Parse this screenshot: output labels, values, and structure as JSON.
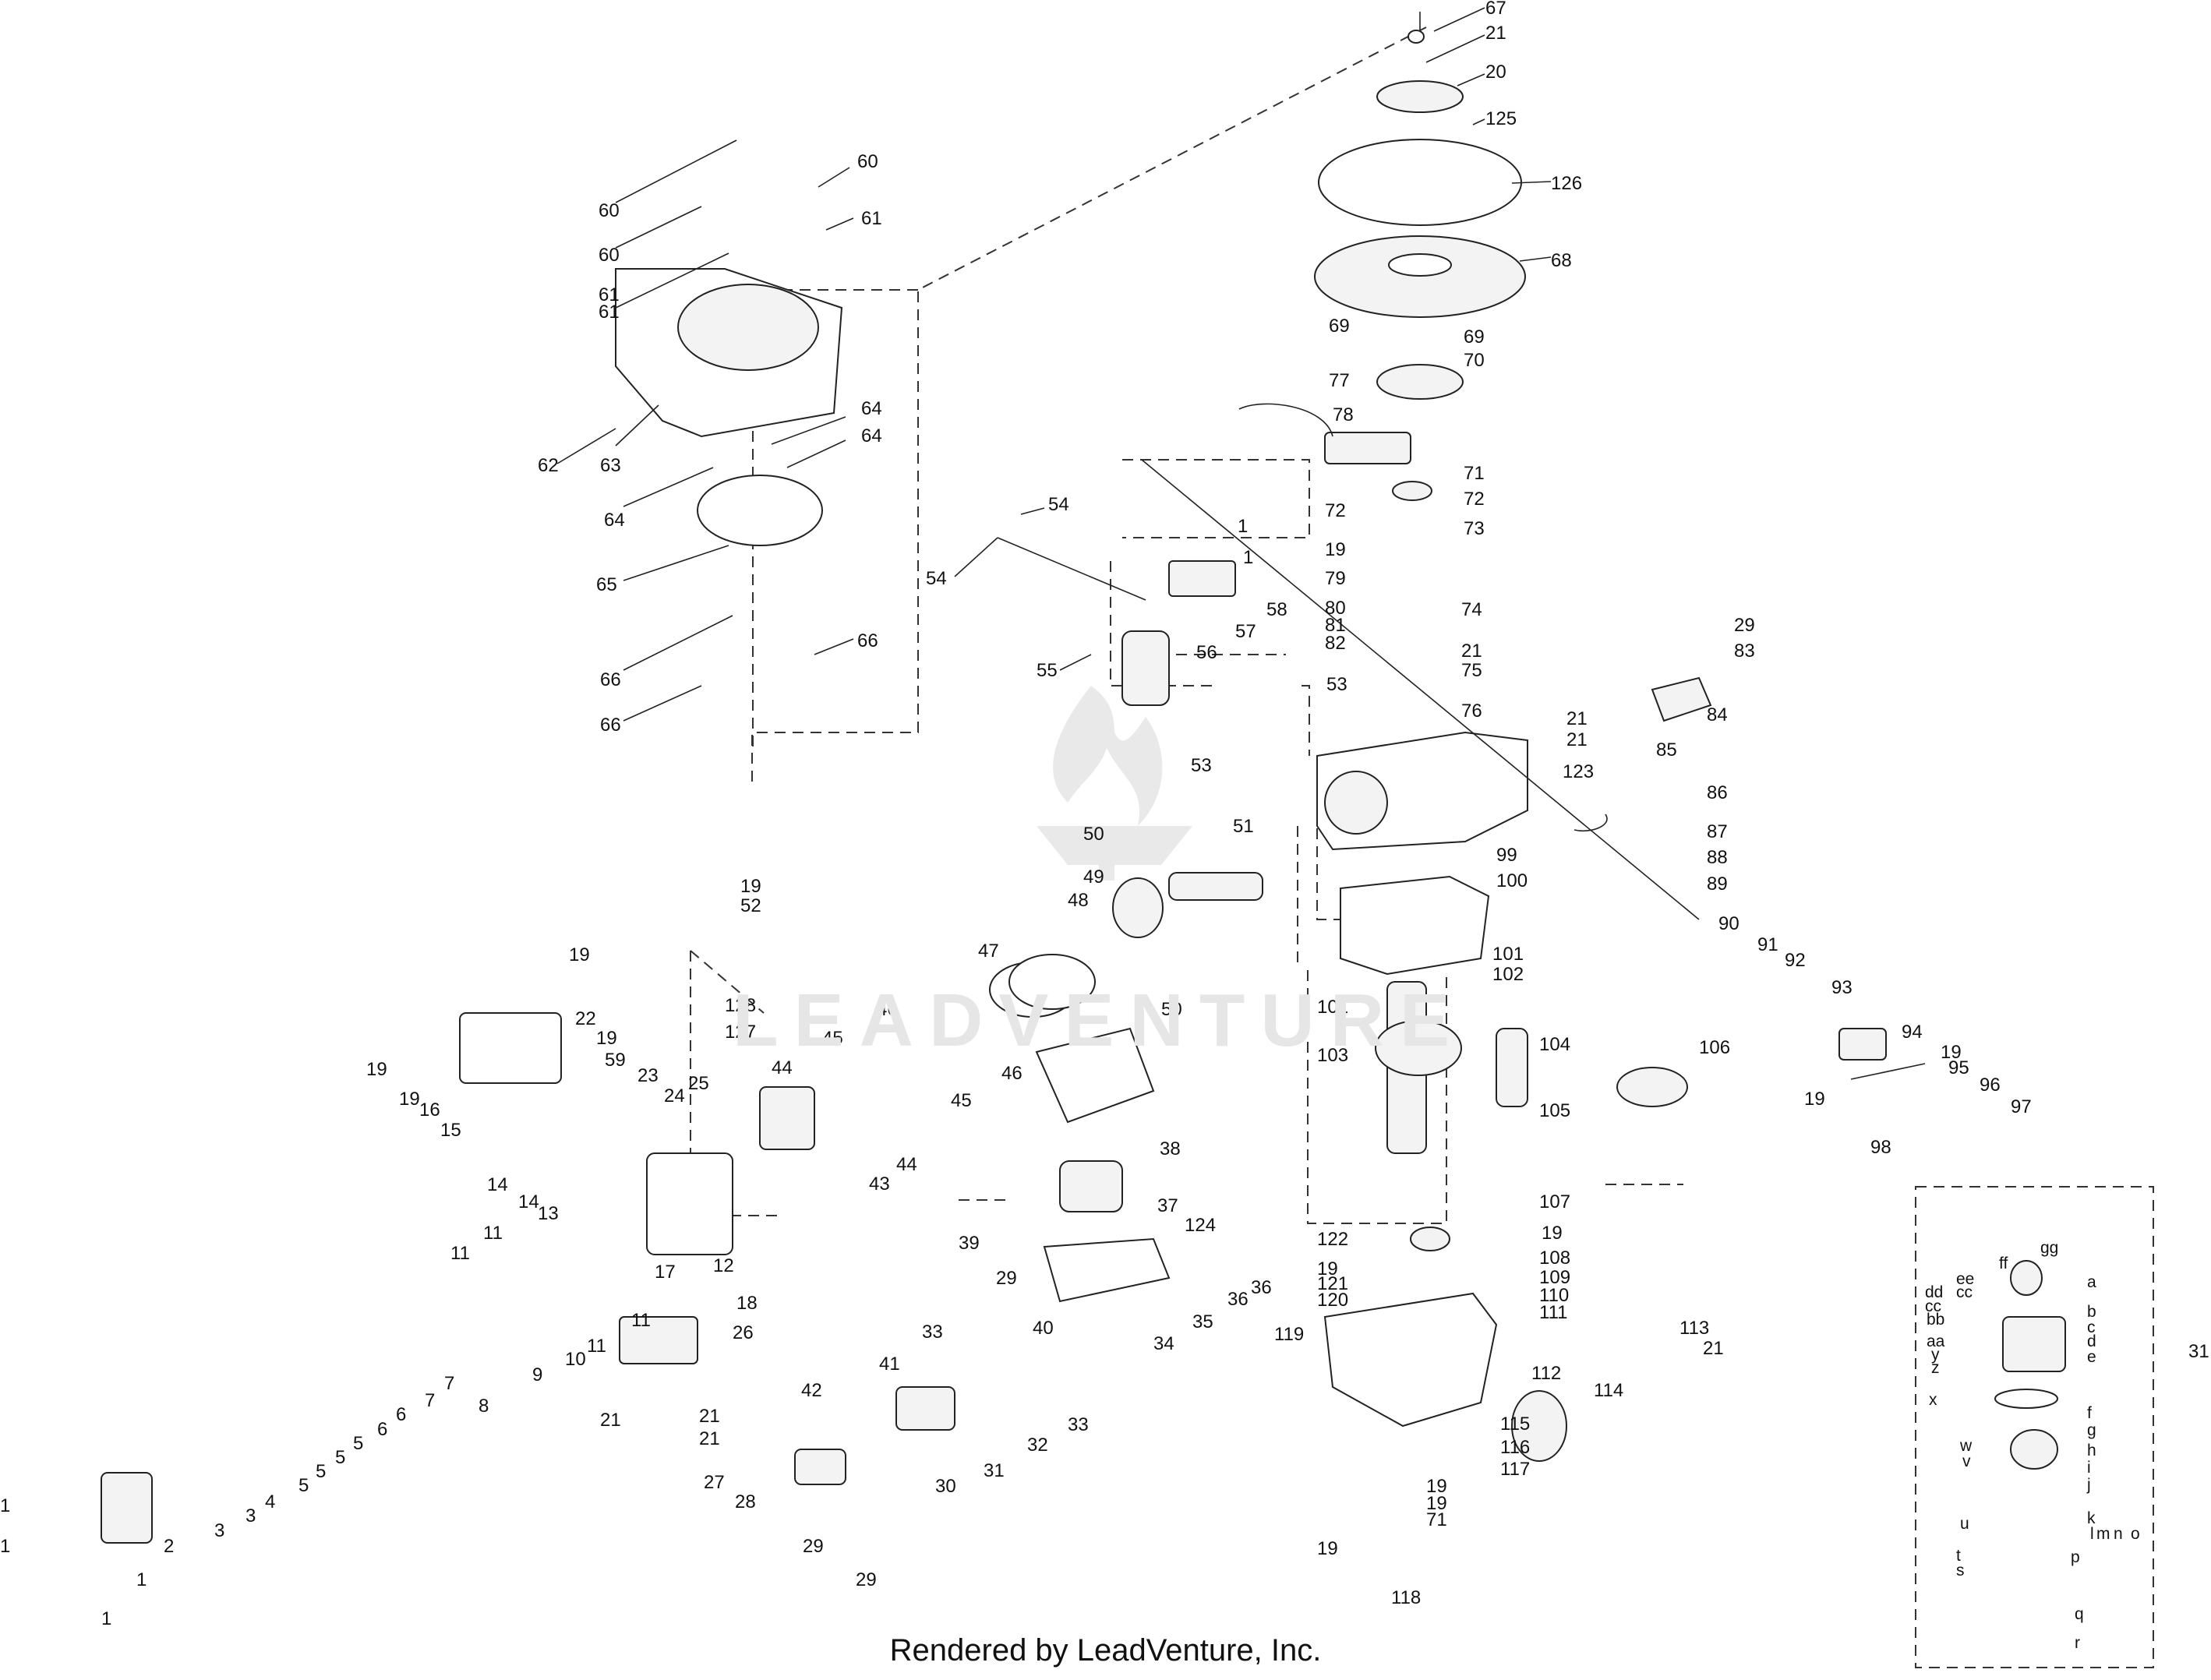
{
  "footer": "Rendered by LeadVenture, Inc.",
  "watermark": "LEADVENTURE",
  "labels": [
    {
      "id": "l67",
      "text": "67"
    },
    {
      "id": "l21a",
      "text": "21"
    },
    {
      "id": "l20",
      "text": "20"
    },
    {
      "id": "l125",
      "text": "125"
    },
    {
      "id": "l126",
      "text": "126"
    },
    {
      "id": "l68",
      "text": "68"
    },
    {
      "id": "l69a",
      "text": "69"
    },
    {
      "id": "l69b",
      "text": "69"
    },
    {
      "id": "l70",
      "text": "70"
    },
    {
      "id": "l77",
      "text": "77"
    },
    {
      "id": "l78",
      "text": "78"
    },
    {
      "id": "l71a",
      "text": "71"
    },
    {
      "id": "l72a",
      "text": "72"
    },
    {
      "id": "l72b",
      "text": "72"
    },
    {
      "id": "l73",
      "text": "73"
    },
    {
      "id": "l19a",
      "text": "19"
    },
    {
      "id": "l79",
      "text": "79"
    },
    {
      "id": "l80",
      "text": "80"
    },
    {
      "id": "l81",
      "text": "81"
    },
    {
      "id": "l82",
      "text": "82"
    },
    {
      "id": "l74",
      "text": "74"
    },
    {
      "id": "l21b",
      "text": "21"
    },
    {
      "id": "l75",
      "text": "75"
    },
    {
      "id": "l29a",
      "text": "29"
    },
    {
      "id": "l83",
      "text": "83"
    },
    {
      "id": "l84",
      "text": "84"
    },
    {
      "id": "l85",
      "text": "85"
    },
    {
      "id": "l76",
      "text": "76"
    },
    {
      "id": "l21c",
      "text": "21"
    },
    {
      "id": "l21d",
      "text": "21"
    },
    {
      "id": "l123",
      "text": "123"
    },
    {
      "id": "l86",
      "text": "86"
    },
    {
      "id": "l87",
      "text": "87"
    },
    {
      "id": "l88",
      "text": "88"
    },
    {
      "id": "l89",
      "text": "89"
    },
    {
      "id": "l99",
      "text": "99"
    },
    {
      "id": "l100",
      "text": "100"
    },
    {
      "id": "l90",
      "text": "90"
    },
    {
      "id": "l91",
      "text": "91"
    },
    {
      "id": "l92",
      "text": "92"
    },
    {
      "id": "l93",
      "text": "93"
    },
    {
      "id": "l94",
      "text": "94"
    },
    {
      "id": "l19b",
      "text": "19"
    },
    {
      "id": "l95",
      "text": "95"
    },
    {
      "id": "l96",
      "text": "96"
    },
    {
      "id": "l97",
      "text": "97"
    },
    {
      "id": "l19c",
      "text": "19"
    },
    {
      "id": "l98",
      "text": "98"
    },
    {
      "id": "l101a",
      "text": "101"
    },
    {
      "id": "l102",
      "text": "102"
    },
    {
      "id": "l101b",
      "text": "101"
    },
    {
      "id": "l103",
      "text": "103"
    },
    {
      "id": "l104",
      "text": "104"
    },
    {
      "id": "l105",
      "text": "105"
    },
    {
      "id": "l106",
      "text": "106"
    },
    {
      "id": "l107",
      "text": "107"
    },
    {
      "id": "l122",
      "text": "122"
    },
    {
      "id": "l19d",
      "text": "19"
    },
    {
      "id": "l19e",
      "text": "19"
    },
    {
      "id": "l121",
      "text": "121"
    },
    {
      "id": "l120",
      "text": "120"
    },
    {
      "id": "l119",
      "text": "119"
    },
    {
      "id": "l108",
      "text": "108"
    },
    {
      "id": "l109",
      "text": "109"
    },
    {
      "id": "l110",
      "text": "110"
    },
    {
      "id": "l111",
      "text": "111"
    },
    {
      "id": "l113",
      "text": "113"
    },
    {
      "id": "l21e",
      "text": "21"
    },
    {
      "id": "l112",
      "text": "112"
    },
    {
      "id": "l114",
      "text": "114"
    },
    {
      "id": "l115",
      "text": "115"
    },
    {
      "id": "l116",
      "text": "116"
    },
    {
      "id": "l117",
      "text": "117"
    },
    {
      "id": "l19f",
      "text": "19"
    },
    {
      "id": "l19g",
      "text": "19"
    },
    {
      "id": "l71b",
      "text": "71"
    },
    {
      "id": "l19h",
      "text": "19"
    },
    {
      "id": "l118",
      "text": "118"
    },
    {
      "id": "l60a",
      "text": "60"
    },
    {
      "id": "l60b",
      "text": "60"
    },
    {
      "id": "l60c",
      "text": "60"
    },
    {
      "id": "l61a",
      "text": "61"
    },
    {
      "id": "l61b",
      "text": "61"
    },
    {
      "id": "l61c",
      "text": "61"
    },
    {
      "id": "l62",
      "text": "62"
    },
    {
      "id": "l63",
      "text": "63"
    },
    {
      "id": "l64a",
      "text": "64"
    },
    {
      "id": "l64b",
      "text": "64"
    },
    {
      "id": "l64c",
      "text": "64"
    },
    {
      "id": "l65",
      "text": "65"
    },
    {
      "id": "l66a",
      "text": "66"
    },
    {
      "id": "l66b",
      "text": "66"
    },
    {
      "id": "l66c",
      "text": "66"
    },
    {
      "id": "l54a",
      "text": "54"
    },
    {
      "id": "l54b",
      "text": "54"
    },
    {
      "id": "l1a",
      "text": "1"
    },
    {
      "id": "l1b",
      "text": "1"
    },
    {
      "id": "l58",
      "text": "58"
    },
    {
      "id": "l57",
      "text": "57"
    },
    {
      "id": "l56",
      "text": "56"
    },
    {
      "id": "l55",
      "text": "55"
    },
    {
      "id": "l53a",
      "text": "53"
    },
    {
      "id": "l53b",
      "text": "53"
    },
    {
      "id": "l51",
      "text": "51"
    },
    {
      "id": "l50a",
      "text": "50"
    },
    {
      "id": "l49",
      "text": "49"
    },
    {
      "id": "l48",
      "text": "48"
    },
    {
      "id": "l50b",
      "text": "50"
    },
    {
      "id": "l47",
      "text": "47"
    },
    {
      "id": "l46a",
      "text": "46"
    },
    {
      "id": "l46b",
      "text": "46"
    },
    {
      "id": "l45a",
      "text": "45"
    },
    {
      "id": "l45b",
      "text": "45"
    },
    {
      "id": "l44a",
      "text": "44"
    },
    {
      "id": "l44b",
      "text": "44"
    },
    {
      "id": "l43",
      "text": "43"
    },
    {
      "id": "l38",
      "text": "38"
    },
    {
      "id": "l37",
      "text": "37"
    },
    {
      "id": "l39",
      "text": "39"
    },
    {
      "id": "l124",
      "text": "124"
    },
    {
      "id": "l29b",
      "text": "29"
    },
    {
      "id": "l36a",
      "text": "36"
    },
    {
      "id": "l36b",
      "text": "36"
    },
    {
      "id": "l40",
      "text": "40"
    },
    {
      "id": "l35",
      "text": "35"
    },
    {
      "id": "l34",
      "text": "34"
    },
    {
      "id": "l33a",
      "text": "33"
    },
    {
      "id": "l33b",
      "text": "33"
    },
    {
      "id": "l19i",
      "text": "19"
    },
    {
      "id": "l52",
      "text": "52"
    },
    {
      "id": "l19j",
      "text": "19"
    },
    {
      "id": "l128",
      "text": "128"
    },
    {
      "id": "l127",
      "text": "127"
    },
    {
      "id": "l22",
      "text": "22"
    },
    {
      "id": "l19k",
      "text": "19"
    },
    {
      "id": "l59",
      "text": "59"
    },
    {
      "id": "l23",
      "text": "23"
    },
    {
      "id": "l24",
      "text": "24"
    },
    {
      "id": "l25",
      "text": "25"
    },
    {
      "id": "l19l",
      "text": "19"
    },
    {
      "id": "l19m",
      "text": "19"
    },
    {
      "id": "l16",
      "text": "16"
    },
    {
      "id": "l15",
      "text": "15"
    },
    {
      "id": "l14a",
      "text": "14"
    },
    {
      "id": "l14b",
      "text": "14"
    },
    {
      "id": "l13",
      "text": "13"
    },
    {
      "id": "l12",
      "text": "12"
    },
    {
      "id": "l11a",
      "text": "11"
    },
    {
      "id": "l11b",
      "text": "11"
    },
    {
      "id": "l11c",
      "text": "11"
    },
    {
      "id": "l11d",
      "text": "11"
    },
    {
      "id": "l10",
      "text": "10"
    },
    {
      "id": "l9",
      "text": "9"
    },
    {
      "id": "l8",
      "text": "8"
    },
    {
      "id": "l7a",
      "text": "7"
    },
    {
      "id": "l7b",
      "text": "7"
    },
    {
      "id": "l6a",
      "text": "6"
    },
    {
      "id": "l6b",
      "text": "6"
    },
    {
      "id": "l5a",
      "text": "5"
    },
    {
      "id": "l5b",
      "text": "5"
    },
    {
      "id": "l5c",
      "text": "5"
    },
    {
      "id": "l5d",
      "text": "5"
    },
    {
      "id": "l4",
      "text": "4"
    },
    {
      "id": "l3a",
      "text": "3"
    },
    {
      "id": "l3b",
      "text": "3"
    },
    {
      "id": "l2",
      "text": "2"
    },
    {
      "id": "l1c",
      "text": "1"
    },
    {
      "id": "l1d",
      "text": "1"
    },
    {
      "id": "l1e",
      "text": "1"
    },
    {
      "id": "l1f",
      "text": "1"
    },
    {
      "id": "l17",
      "text": "17"
    },
    {
      "id": "l18",
      "text": "18"
    },
    {
      "id": "l26",
      "text": "26"
    },
    {
      "id": "l21f",
      "text": "21"
    },
    {
      "id": "l21g",
      "text": "21"
    },
    {
      "id": "l21h",
      "text": "21"
    },
    {
      "id": "l41",
      "text": "41"
    },
    {
      "id": "l42",
      "text": "42"
    },
    {
      "id": "l32",
      "text": "32"
    },
    {
      "id": "l31a",
      "text": "31"
    },
    {
      "id": "l30",
      "text": "30"
    },
    {
      "id": "l27",
      "text": "27"
    },
    {
      "id": "l28",
      "text": "28"
    },
    {
      "id": "l29c",
      "text": "29"
    },
    {
      "id": "l29d",
      "text": "29"
    },
    {
      "id": "l31b",
      "text": "31"
    },
    {
      "id": "lgg",
      "text": "gg"
    },
    {
      "id": "lff",
      "text": "ff"
    },
    {
      "id": "lee",
      "text": "ee"
    },
    {
      "id": "ldd",
      "text": "dd"
    },
    {
      "id": "lcc1",
      "text": "cc"
    },
    {
      "id": "lcc2",
      "text": "cc"
    },
    {
      "id": "lbb",
      "text": "bb"
    },
    {
      "id": "laa",
      "text": "aa"
    },
    {
      "id": "ly",
      "text": "y"
    },
    {
      "id": "lz",
      "text": "z"
    },
    {
      "id": "lx",
      "text": "x"
    },
    {
      "id": "la",
      "text": "a"
    },
    {
      "id": "lb",
      "text": "b"
    },
    {
      "id": "lc",
      "text": "c"
    },
    {
      "id": "ld",
      "text": "d"
    },
    {
      "id": "le",
      "text": "e"
    },
    {
      "id": "lf",
      "text": "f"
    },
    {
      "id": "lg",
      "text": "g"
    },
    {
      "id": "lw",
      "text": "w"
    },
    {
      "id": "lv",
      "text": "v"
    },
    {
      "id": "lh",
      "text": "h"
    },
    {
      "id": "li",
      "text": "i"
    },
    {
      "id": "lj",
      "text": "j"
    },
    {
      "id": "lu",
      "text": "u"
    },
    {
      "id": "lk",
      "text": "k"
    },
    {
      "id": "ll",
      "text": "l"
    },
    {
      "id": "lm",
      "text": "m"
    },
    {
      "id": "ln",
      "text": "n"
    },
    {
      "id": "lo",
      "text": "o"
    },
    {
      "id": "lp",
      "text": "p"
    },
    {
      "id": "lt",
      "text": "t"
    },
    {
      "id": "ls",
      "text": "s"
    },
    {
      "id": "lq",
      "text": "q"
    },
    {
      "id": "lr",
      "text": "r"
    }
  ]
}
